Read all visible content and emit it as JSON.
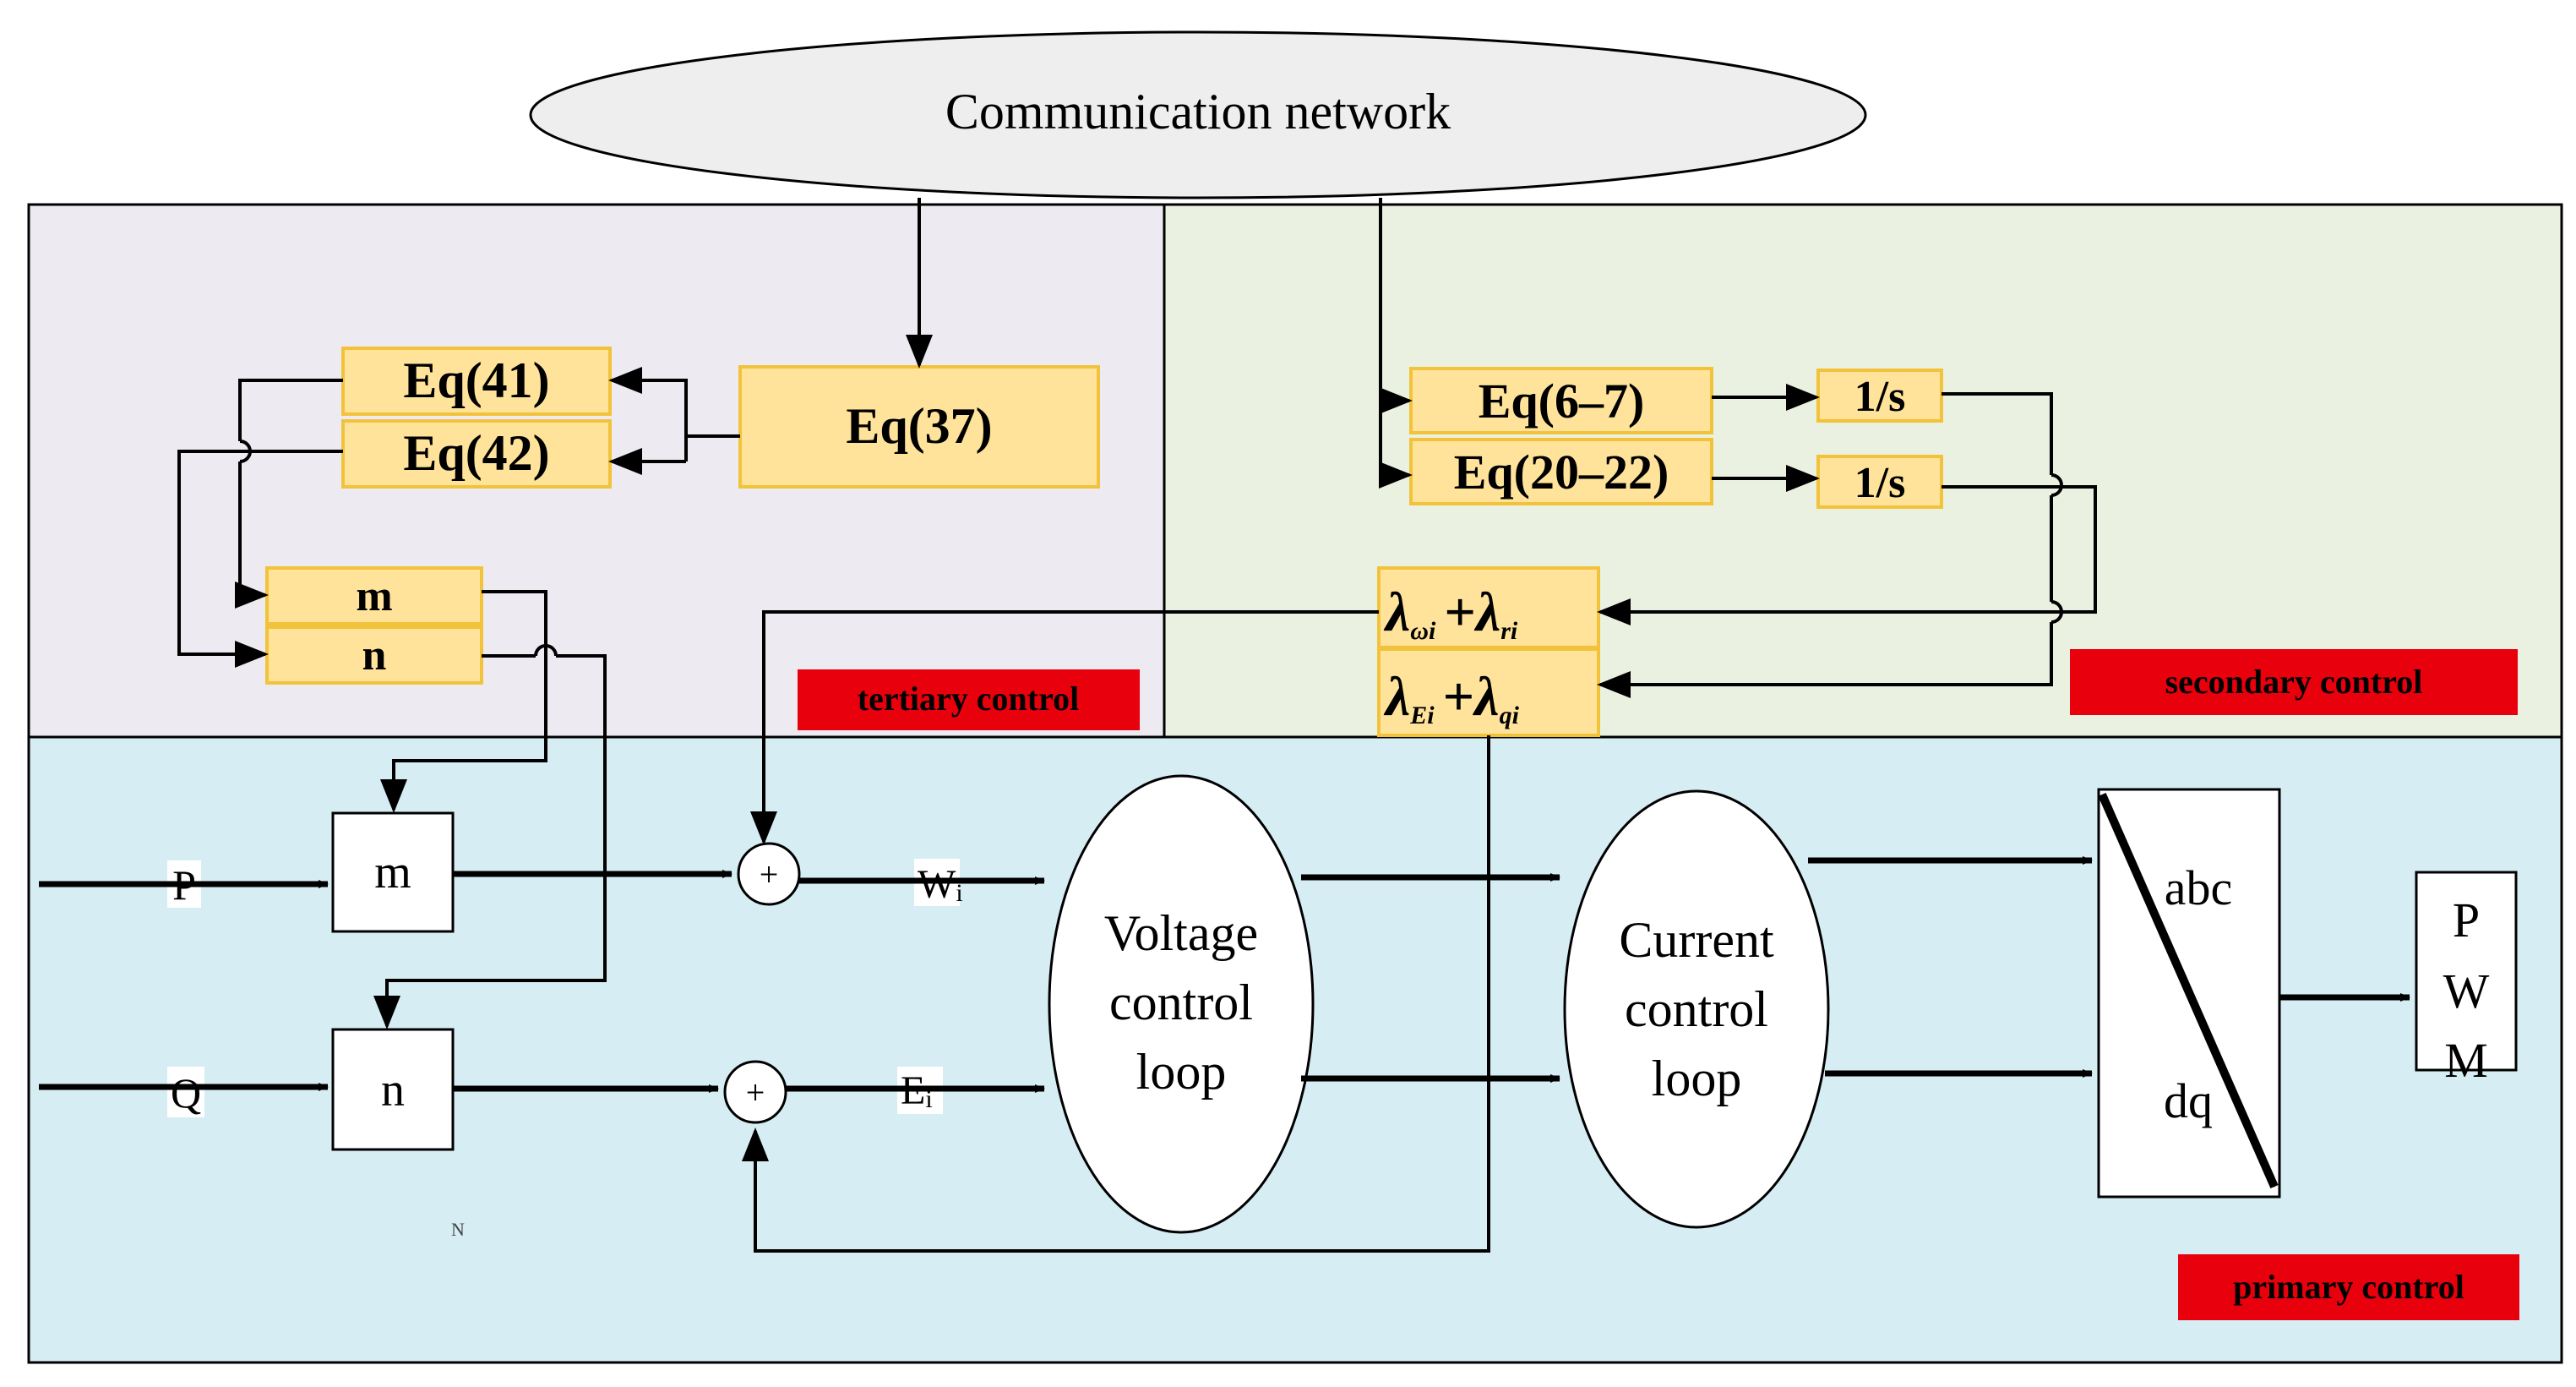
{
  "network": {
    "label": "Communication network"
  },
  "regions": {
    "tertiary_label": "tertiary control",
    "secondary_label": "secondary control",
    "primary_label": "primary control"
  },
  "tertiary": {
    "eq41": "Eq(41)",
    "eq42": "Eq(42)",
    "eq37": "Eq(37)",
    "m": "m",
    "n": "n"
  },
  "secondary": {
    "eq6_7": "Eq(6–7)",
    "eq20_22": "Eq(20–22)",
    "int1": "1/s",
    "int2": "1/s",
    "lambda_w": {
      "sym1": "λ",
      "sub1": "ωi",
      "plus": "+",
      "sym2": "λ",
      "sub2": "ri"
    },
    "lambda_e": {
      "sym1": "λ",
      "sub1": "Ei",
      "plus": "+",
      "sym2": "λ",
      "sub2": "qi"
    }
  },
  "primary": {
    "input_p": "P",
    "input_q": "Q",
    "block_m": "m",
    "block_n": "n",
    "sum_symbol": "+",
    "w_sym": "W",
    "w_sub": "i",
    "e_sym": "E",
    "e_sub": "i",
    "voltage_loop": [
      "Voltage",
      "control",
      "loop"
    ],
    "current_loop": [
      "Current",
      "control",
      "loop"
    ],
    "abc": "abc",
    "dq": "dq",
    "pwm": [
      "P",
      "W",
      "M"
    ],
    "stray_mark": "N"
  },
  "colors": {
    "tertiary_bg": "#EEEAF2",
    "secondary_bg": "#EAF1E0",
    "primary_bg": "#D6EDF3",
    "eq_fill": "#FFE39A",
    "eq_stroke": "#F2C33A",
    "label_red": "#E8000C",
    "ellipse_fill": "#EEEEEE"
  }
}
